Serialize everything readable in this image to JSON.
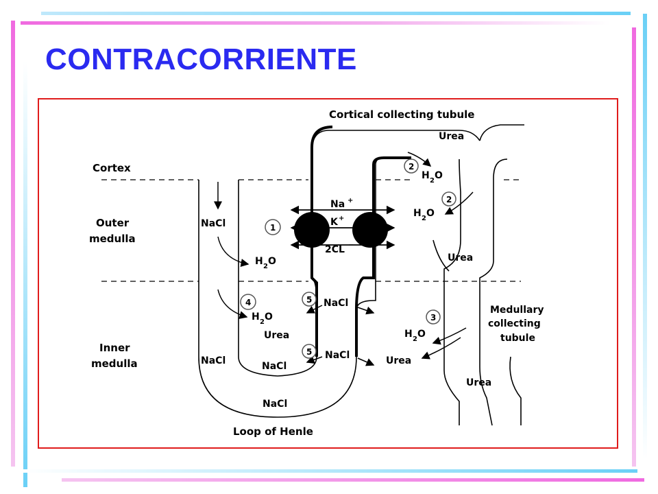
{
  "title": "CONTRACORRIENTE",
  "colors": {
    "title": "#2a2af0",
    "frame": "#e01b1b",
    "bar_pink": "#f06ae0",
    "bar_blue": "#6ad0f6"
  },
  "diagram": {
    "zones": {
      "cortex": "Cortex",
      "outer_medulla_1": "Outer",
      "outer_medulla_2": "medulla",
      "inner_medulla_1": "Inner",
      "inner_medulla_2": "medulla"
    },
    "cortical_collecting_tubule": "Cortical collecting tubule",
    "medullary_collecting_tubule": [
      "Medullary",
      "collecting",
      "tubule"
    ],
    "loop_of_henle": "Loop of Henle",
    "nacl": "NaCl",
    "h2o": "H",
    "h2o_sub": "2",
    "h2o_tail": "O",
    "urea": "Urea",
    "ions": {
      "na": "Na",
      "na_sup": "+",
      "k": "K",
      "k_sup": "+",
      "cl": "2CL",
      "cl_sup": "−"
    },
    "steps": {
      "one": "1",
      "two": "2",
      "three": "3",
      "four": "4",
      "five": "5"
    }
  }
}
